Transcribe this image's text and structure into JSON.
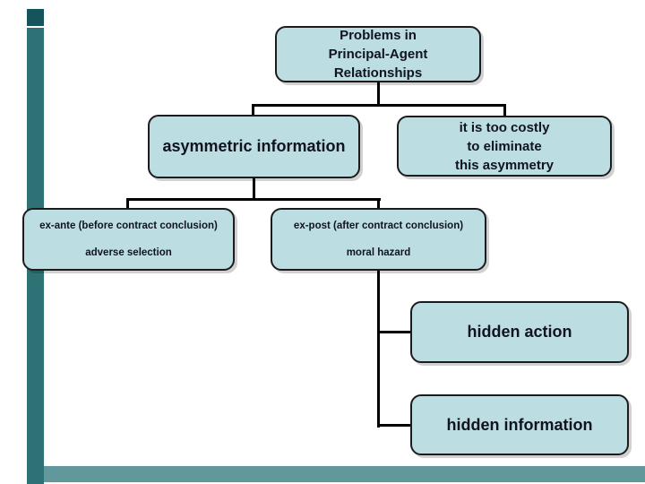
{
  "slide": {
    "background_color": "#ffffff",
    "connector_color": "#000000",
    "node_fill_color": "#bcdde1",
    "node_border_color": "#1c1c1c",
    "node_text_color": "#10141f",
    "left_bar_color": "#2f7276",
    "left_bar_cap_color": "#15545a",
    "bottom_bar_color": "#61989c"
  },
  "nodes": {
    "root": {
      "label": "Problems in\nPrincipal-Agent\nRelationships"
    },
    "asymmetric_information": {
      "label": "asymmetric information"
    },
    "too_costly": {
      "label": "it is too costly\nto eliminate\nthis asymmetry"
    },
    "ex_ante": {
      "title": "ex-ante (before contract conclusion)",
      "subtitle": "adverse selection"
    },
    "ex_post": {
      "title": "ex-post (after contract conclusion)",
      "subtitle": "moral hazard"
    },
    "hidden_action": {
      "label": "hidden action"
    },
    "hidden_information": {
      "label": "hidden information"
    }
  },
  "edges": [
    {
      "from": "root",
      "to": "asymmetric_information"
    },
    {
      "from": "root",
      "to": "too_costly"
    },
    {
      "from": "asymmetric_information",
      "to": "ex_ante"
    },
    {
      "from": "asymmetric_information",
      "to": "ex_post"
    },
    {
      "from": "ex_post",
      "to": "hidden_action"
    },
    {
      "from": "ex_post",
      "to": "hidden_information"
    }
  ]
}
